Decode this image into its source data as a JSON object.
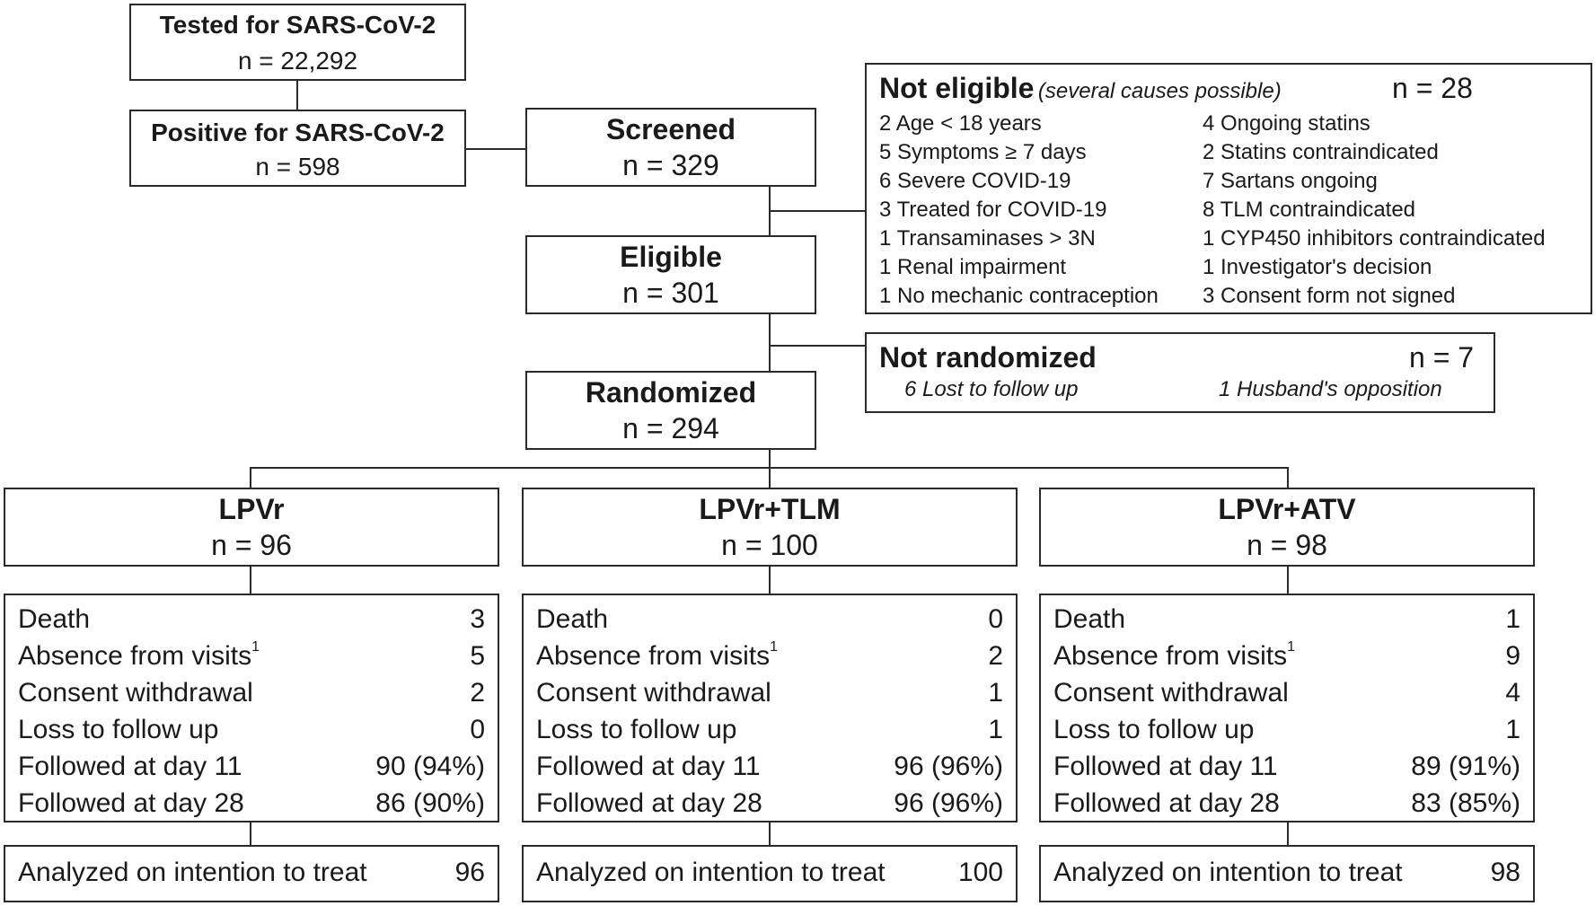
{
  "tested": {
    "title": "Tested for SARS-CoV-2",
    "n": "n = 22,292"
  },
  "positive": {
    "title": "Positive for SARS-CoV-2",
    "n": "n = 598"
  },
  "screened": {
    "title": "Screened",
    "n": "n = 329"
  },
  "eligible": {
    "title": "Eligible",
    "n": "n = 301"
  },
  "randomized": {
    "title": "Randomized",
    "n": "n = 294"
  },
  "not_eligible": {
    "title": "Not eligible",
    "note": "(several causes possible)",
    "n": "n = 28",
    "left": [
      "2 Age < 18 years",
      "5 Symptoms ≥ 7 days",
      "6 Severe COVID-19",
      "3 Treated for COVID-19",
      "1 Transaminases > 3N",
      "1 Renal impairment",
      "1 No mechanic contraception"
    ],
    "right": [
      "4 Ongoing statins",
      "2 Statins contraindicated",
      "7 Sartans ongoing",
      "8 TLM contraindicated",
      "1 CYP450 inhibitors contraindicated",
      "1 Investigator's decision",
      "3 Consent form not signed"
    ]
  },
  "not_randomized": {
    "title": "Not randomized",
    "n": "n = 7",
    "reason1": "6 Lost to follow up",
    "reason2": "1 Husband's opposition"
  },
  "arms": [
    {
      "name": "LPVr",
      "n": "n = 96",
      "death": "3",
      "absence": "5",
      "consent": "2",
      "loss": "0",
      "day11": "90 (94%)",
      "day28": "86 (90%)",
      "itt": "96"
    },
    {
      "name": "LPVr+TLM",
      "n": "n = 100",
      "death": "0",
      "absence": "2",
      "consent": "1",
      "loss": "1",
      "day11": "96 (96%)",
      "day28": "96 (96%)",
      "itt": "100"
    },
    {
      "name": "LPVr+ATV",
      "n": "n = 98",
      "death": "1",
      "absence": "9",
      "consent": "4",
      "loss": "1",
      "day11": "89 (91%)",
      "day28": "83 (85%)",
      "itt": "98"
    }
  ],
  "labels": {
    "death": "Death",
    "absence": "Absence from visits",
    "absence_sup": "1",
    "consent": "Consent withdrawal",
    "loss": "Loss to follow up",
    "day11": "Followed at day 11",
    "day28": "Followed at day 28",
    "itt": "Analyzed on intention to treat"
  }
}
